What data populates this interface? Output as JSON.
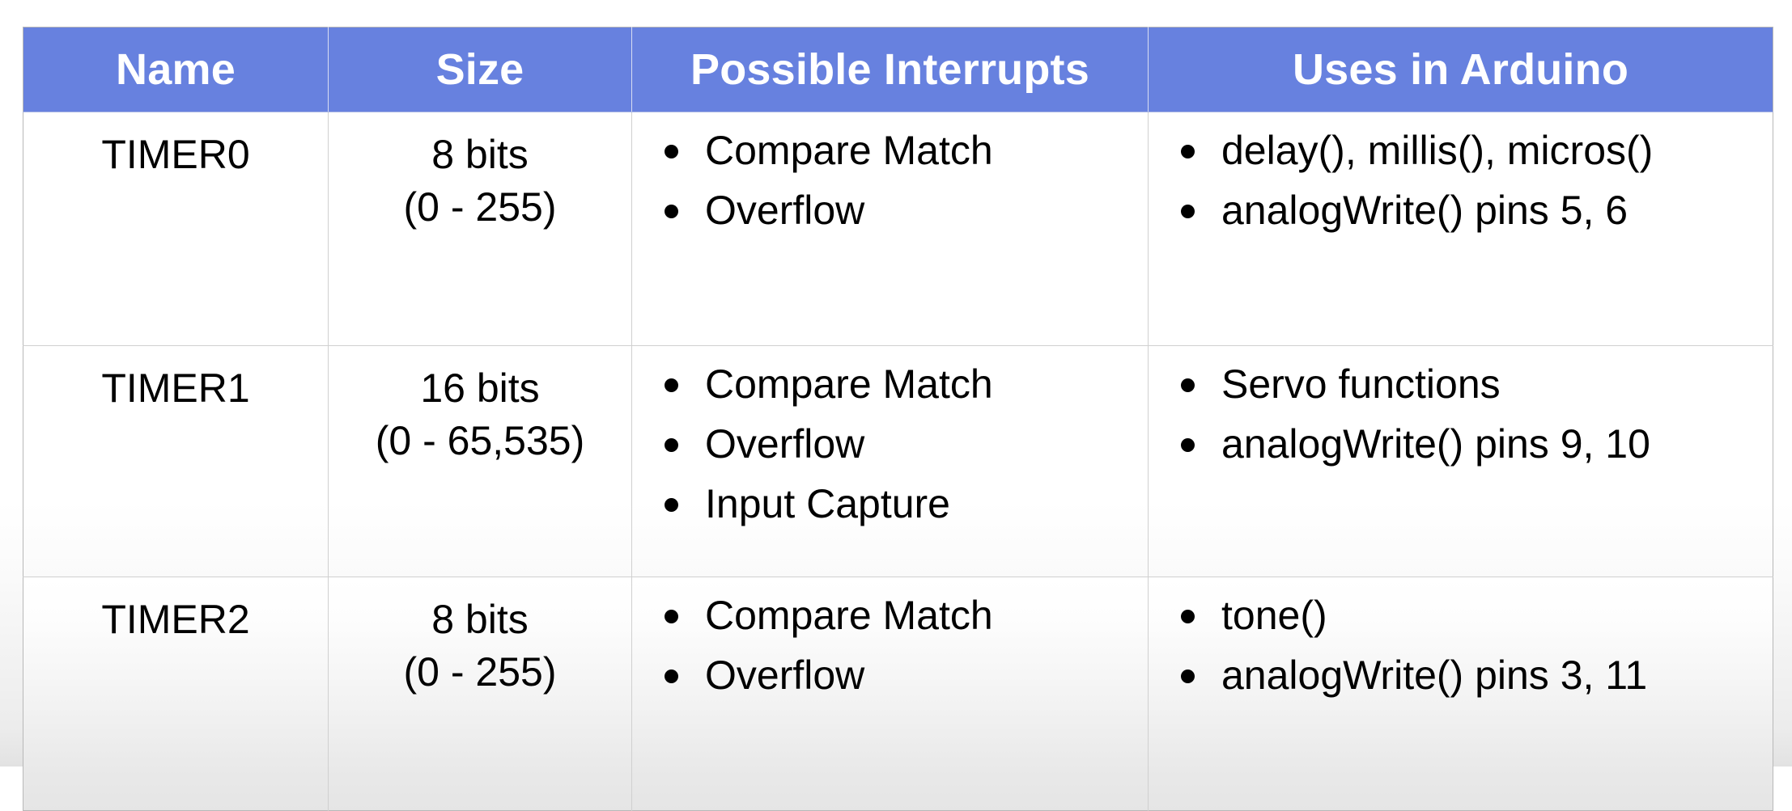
{
  "table": {
    "columns": [
      {
        "key": "name",
        "label": "Name"
      },
      {
        "key": "size",
        "label": "Size"
      },
      {
        "key": "ints",
        "label": "Possible Interrupts"
      },
      {
        "key": "uses",
        "label": "Uses in Arduino"
      }
    ],
    "header_bg": "#6781DF",
    "header_text_color": "#FFFFFF",
    "rows": [
      {
        "name": "TIMER0",
        "size_line1": "8 bits",
        "size_line2": "(0 - 255)",
        "interrupts": [
          "Compare Match",
          "Overflow"
        ],
        "uses": [
          "delay(), millis(), micros()",
          "analogWrite() pins 5, 6"
        ]
      },
      {
        "name": "TIMER1",
        "size_line1": "16 bits",
        "size_line2": "(0 - 65,535)",
        "interrupts": [
          "Compare Match",
          "Overflow",
          "Input Capture"
        ],
        "uses": [
          "Servo functions",
          "analogWrite() pins 9, 10"
        ]
      },
      {
        "name": "TIMER2",
        "size_line1": "8 bits",
        "size_line2": "(0 - 255)",
        "interrupts": [
          "Compare Match",
          "Overflow"
        ],
        "uses": [
          "tone()",
          "analogWrite() pins 3, 11"
        ]
      }
    ]
  }
}
